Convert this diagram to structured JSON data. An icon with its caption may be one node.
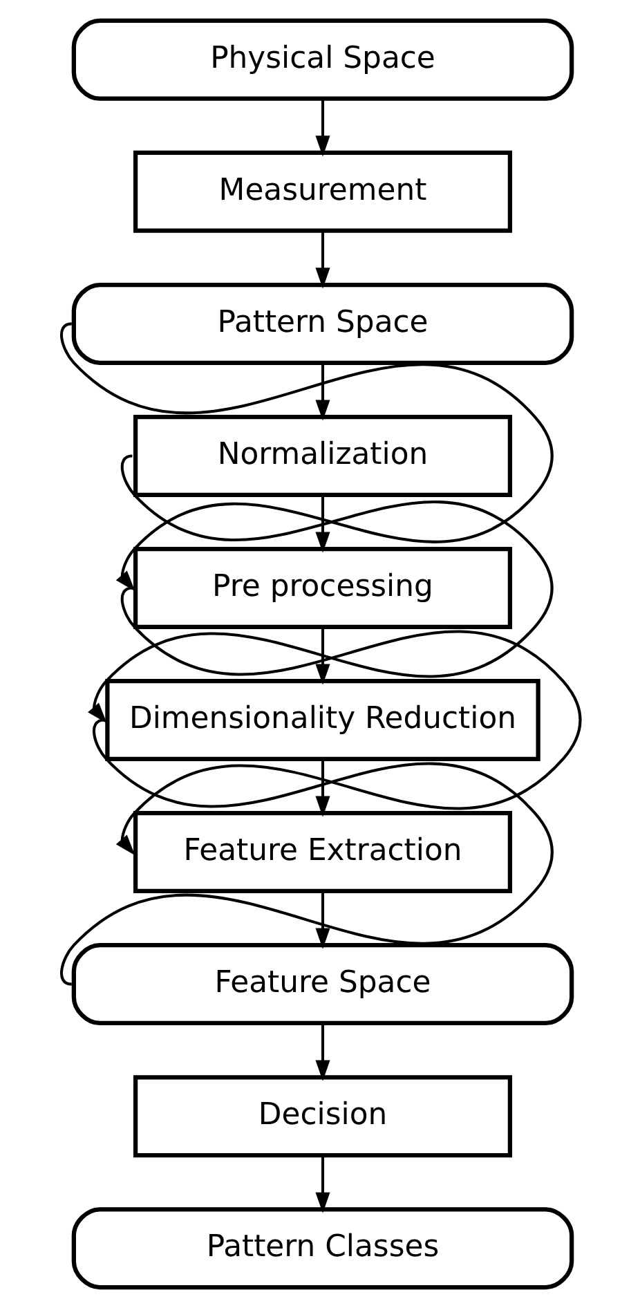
{
  "diagram": {
    "nodes": [
      {
        "text": [
          "Physical Space"
        ]
      },
      {
        "text": [
          "Measurement"
        ]
      },
      {
        "text": [
          "Pattern Space"
        ]
      },
      {
        "text": [
          "Normalization"
        ]
      },
      {
        "text": [
          "Pre processing"
        ]
      },
      {
        "text": [
          "Dimensionality Reduction"
        ]
      },
      {
        "text": [
          "Feature Extraction"
        ]
      },
      {
        "text": [
          "Feature Space"
        ]
      },
      {
        "text": [
          "Decision"
        ]
      },
      {
        "text": [
          "Pattern Classes"
        ]
      }
    ],
    "edges": [
      {
        "from": 0,
        "to": 1,
        "arrow": "to"
      },
      {
        "from": 1,
        "to": 2,
        "arrow": "to"
      },
      {
        "from": 2,
        "to": 3,
        "arrow": "to"
      },
      {
        "from": 3,
        "to": 4,
        "arrow": "to"
      },
      {
        "from": 4,
        "to": 5,
        "arrow": "to"
      },
      {
        "from": 5,
        "to": 6,
        "arrow": "to"
      },
      {
        "from": 6,
        "to": 7,
        "arrow": "to"
      },
      {
        "from": 7,
        "to": 8,
        "arrow": "to"
      },
      {
        "from": 8,
        "to": 9,
        "arrow": "to"
      },
      {
        "from": 2,
        "to": 4,
        "arrow": "to"
      },
      {
        "from": 3,
        "to": 5,
        "arrow": "to"
      },
      {
        "from": 4,
        "to": 6,
        "arrow": "to"
      },
      {
        "from": 5,
        "to": 7,
        "arrow": "none"
      }
    ]
  }
}
